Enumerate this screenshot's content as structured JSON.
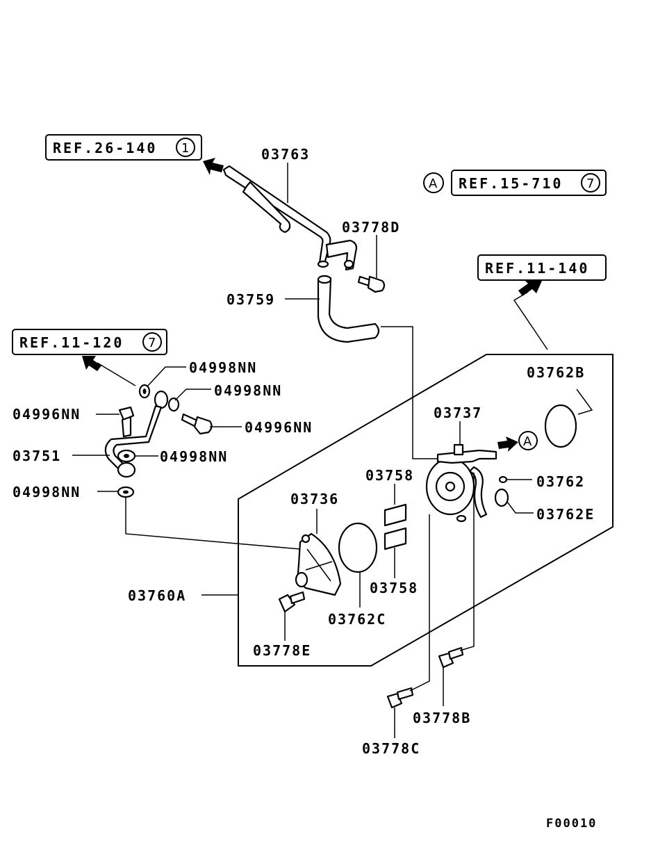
{
  "refs": {
    "r1": "REF.26-140",
    "r1_num": "1",
    "r2": "REF.15-710",
    "r2_num": "7",
    "r3": "REF.11-140",
    "r4": "REF.11-120",
    "r4_num": "7"
  },
  "markers": {
    "a1": "A",
    "a2": "A"
  },
  "labels": {
    "p03763": "03763",
    "p03778D": "03778D",
    "p03759": "03759",
    "p04998NN_1": "04998NN",
    "p04998NN_2": "04998NN",
    "p04996NN_1": "04996NN",
    "p04996NN_2": "04996NN",
    "p03751": "03751",
    "p04998NN_3": "04998NN",
    "p04998NN_4": "04998NN",
    "p03762B": "03762B",
    "p03737": "03737",
    "p03758_1": "03758",
    "p03762": "03762",
    "p03736": "03736",
    "p03762E": "03762E",
    "p03760A": "03760A",
    "p03758_2": "03758",
    "p03762C": "03762C",
    "p03778E": "03778E",
    "p03778B": "03778B",
    "p03778C": "03778C"
  },
  "figure_id": "F00010"
}
